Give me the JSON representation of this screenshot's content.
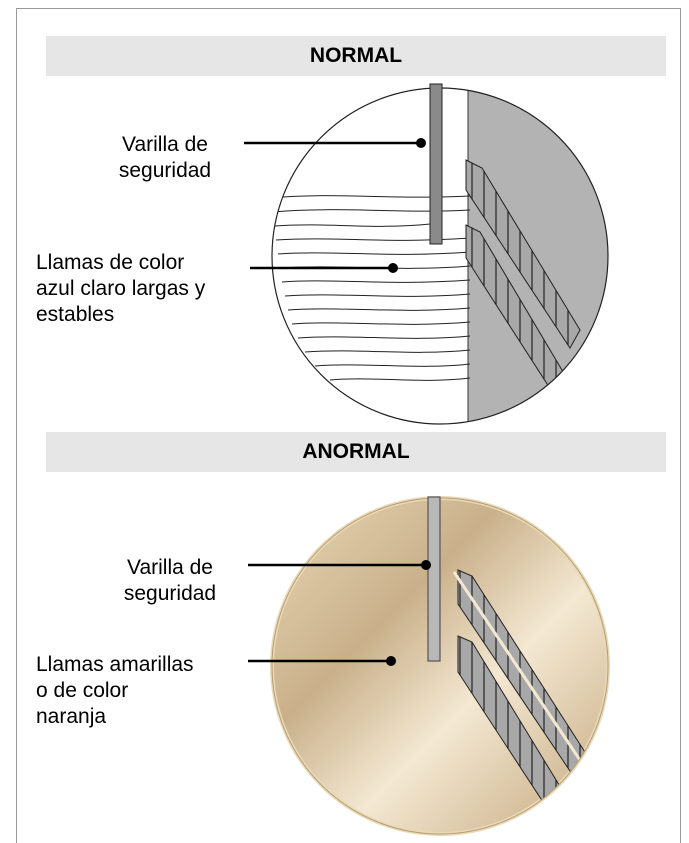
{
  "normal": {
    "title": "NORMAL",
    "labels": [
      [
        "Varilla de",
        "seguridad"
      ],
      [
        "Llamas de color",
        "azul claro largas y",
        "estables"
      ]
    ]
  },
  "anormal": {
    "title": "ANORMAL",
    "labels": [
      [
        "Varilla de",
        "seguridad"
      ],
      [
        "Llamas amarillas",
        "o de color",
        "naranja"
      ]
    ]
  },
  "colors": {
    "burner": "#b3b3b3",
    "flame_gradient_light": "#f4e8d2",
    "flame_gradient_dark": "#c9b08a"
  }
}
